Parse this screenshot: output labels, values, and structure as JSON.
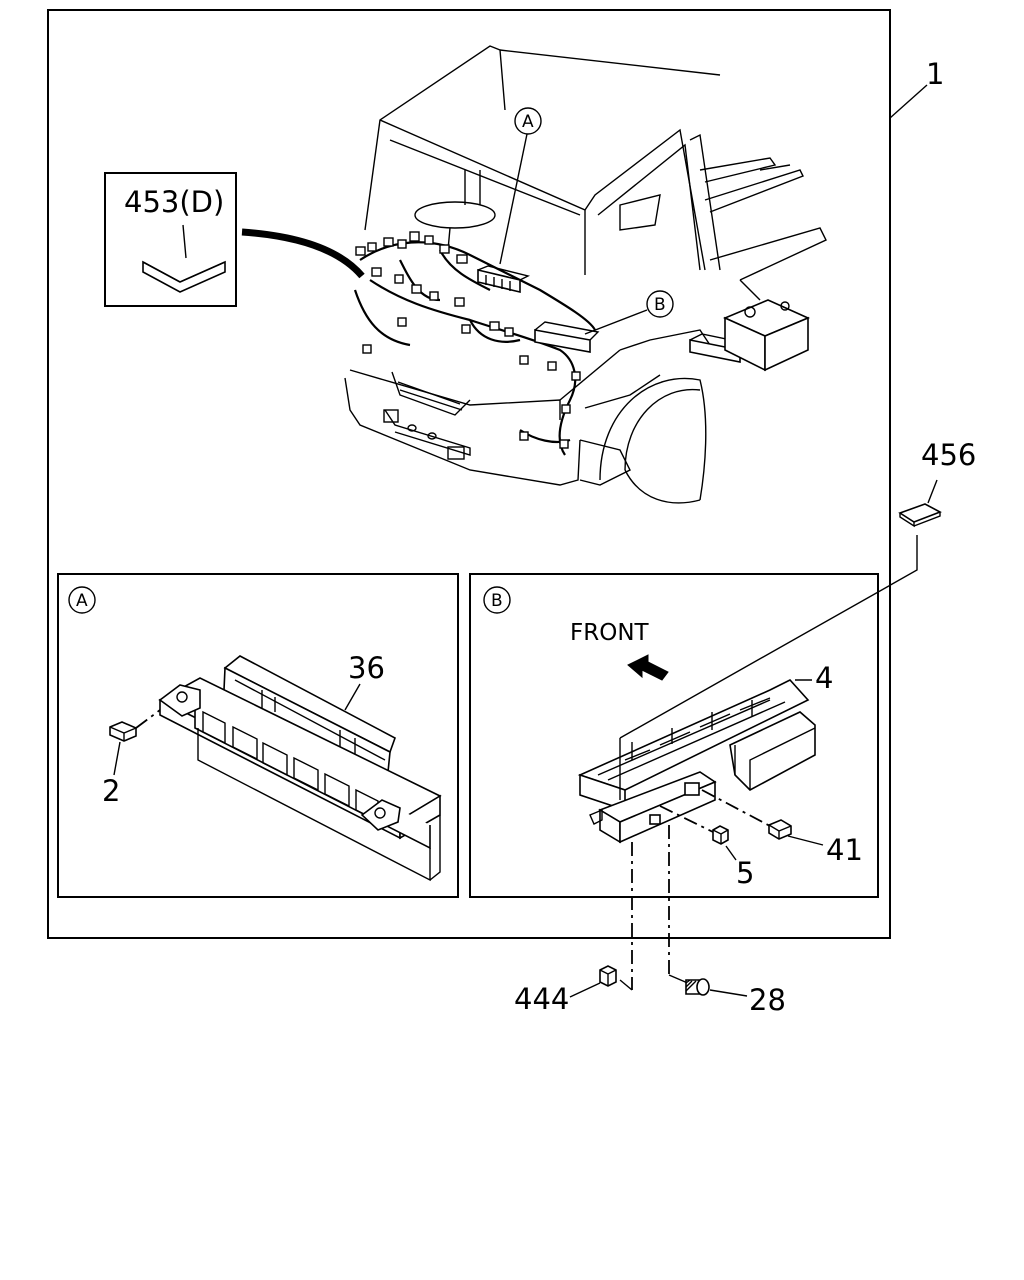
{
  "callouts": {
    "main_assembly": "1",
    "harness_variant": "453(D)",
    "tape": "456",
    "relay_box_b": "4",
    "bracket_a": "36",
    "connector_a": "2",
    "connector_41": "41",
    "connector_5": "5",
    "clip_444": "444",
    "screw_28": "28"
  },
  "view_markers": {
    "view_a": "A",
    "view_b": "B"
  },
  "annotations": {
    "front_label": "FRONT"
  }
}
